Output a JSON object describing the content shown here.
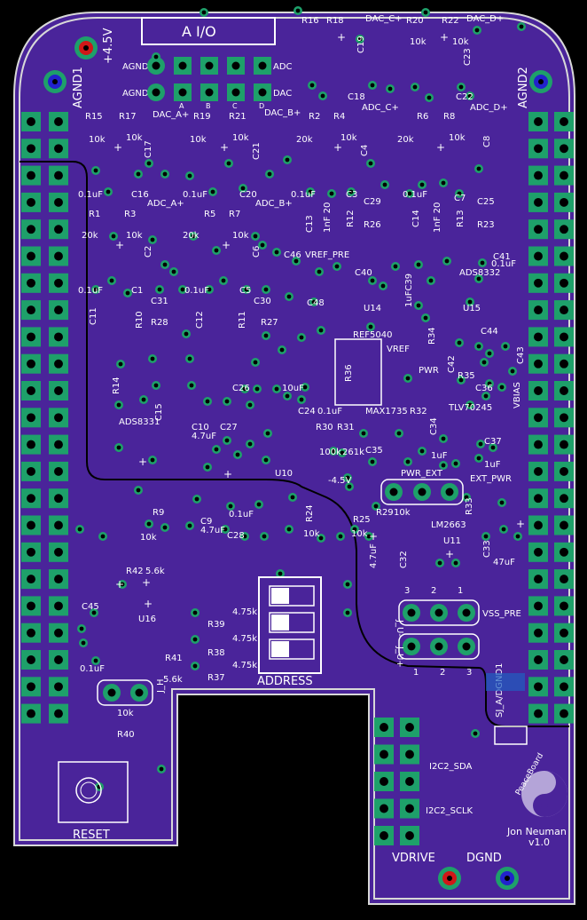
{
  "board": {
    "colors": {
      "pcb": "#4a249a",
      "pad": "#1ea06a",
      "hole": "#000000",
      "silk": "#ffffff",
      "via_ring": "#7a7a00",
      "red_pad": "#d01818"
    },
    "header": {
      "label": "A I/O",
      "left_labels": [
        "AGND",
        "AGND"
      ],
      "right_labels": [
        "ADC",
        "DAC"
      ],
      "column_labels": [
        "A",
        "B",
        "C",
        "D"
      ]
    },
    "power_top": "+4.5V",
    "agnd_left": "AGND1",
    "agnd_right": "AGND2",
    "labels": {
      "r16": "R16",
      "r18": "R18",
      "dac_c_plus": "DAC_C+",
      "r20": "R20",
      "r22": "R22",
      "dac_d_plus": "DAC_D+",
      "ten_k_a": "10k",
      "ten_k_b": "10k",
      "c19": "C19",
      "c23": "C23",
      "c18": "C18",
      "c22": "C22",
      "r15": "R15",
      "r17": "R17",
      "dac_a_plus": "DAC_A+",
      "r19": "R19",
      "r21": "R21",
      "dac_b_plus": "DAC_B+",
      "r2": "R2",
      "r4": "R4",
      "adc_c_plus": "ADC_C+",
      "r6": "R6",
      "r8": "R8",
      "adc_d_plus": "ADC_D+",
      "ten_k_1": "10k",
      "ten_k_2": "10k",
      "ten_k_3": "10k",
      "ten_k_4": "10k",
      "twenty_k_1": "20k",
      "ten_k_5": "10k",
      "twenty_k_2": "20k",
      "ten_k_6": "10k",
      "c17": "C17",
      "c21": "C21",
      "c4": "C4",
      "c8": "C8",
      "cap_01_a": "0.1uF",
      "c16": "C16",
      "cap_01_b": "0.1uF",
      "c20": "C20",
      "cap_01_c": "0.1uF",
      "c3": "C3",
      "cap_01_d": "0.1uF",
      "c7": "C7",
      "adc_a_plus": "ADC_A+",
      "adc_b_plus": "ADC_B+",
      "c29": "C29",
      "c25": "C25",
      "r1": "R1",
      "r3": "R3",
      "r5": "R5",
      "r7": "R7",
      "c13": "C13",
      "r12": "R12",
      "r26": "R26",
      "c14": "C14",
      "r13": "R13",
      "r23": "R23",
      "twenty_k_3": "20k",
      "ten_k_7": "10k",
      "twenty_k_4": "20k",
      "ten_k_8": "10k",
      "one_nf_20_a": "1nF 20",
      "one_nf_20_b": "1nF 20",
      "c2": "C2",
      "c6": "C6",
      "c46": "C46",
      "vref_pre": "VREF_PRE",
      "c41": "C41",
      "cap_01_e": "0.1uF",
      "cap_01_f": "0.1uF",
      "c1": "C1",
      "cap_01_g": "0.1uF",
      "c5": "C5",
      "c40": "C40",
      "ads8332": "ADS8332",
      "c31": "C31",
      "c30": "C30",
      "c48": "C48",
      "u14": "U14",
      "c39": "C39",
      "u15": "U15",
      "onenf_c39": "1uFC39",
      "c11": "C11",
      "r10": "R10",
      "r28": "R28",
      "c12": "C12",
      "r11": "R11",
      "r27": "R27",
      "ref5040": "REF5040",
      "vref": "VREF",
      "r34": "R34",
      "c44": "C44",
      "c42": "C42",
      "pwr": "PWR",
      "r35": "R35",
      "c43": "C43",
      "c15": "C15",
      "r14": "R14",
      "ads8331": "ADS8331",
      "c26": "C26",
      "ten_uf": "10uF",
      "c24": "C24",
      "cap_01_h": "0.1uF",
      "max1735": "MAX1735",
      "r32": "R32",
      "c36": "C36",
      "tlv2": "TLV70245",
      "vbias": "VBIAS",
      "r36": "R36",
      "c10": "C10",
      "c27": "C27",
      "four7uf_a": "4.7uF",
      "r30": "R30",
      "r31": "R31",
      "c34": "C34",
      "c37": "C37",
      "hundred_k": "100k",
      "two61k": "261k",
      "c35": "C35",
      "one_uf_a": "1uF",
      "one_uf_b": "1uF",
      "u10": "U10",
      "minus_45v": "-4.5V",
      "pwr_ext": "PWR_EXT",
      "ext_pwr": "EXT_PWR",
      "r9": "R9",
      "ten_k_9": "10k",
      "c9": "C9",
      "four7uf_b": "4.7uF",
      "c28": "C28",
      "cap_01_i": "0.1uF",
      "r24": "R24",
      "r25": "R25",
      "ten_k_10": "10k",
      "ten_k_11": "10k",
      "r29": "R29",
      "ten_k_12": "10k",
      "lm2663": "LM2663",
      "r33": "R33",
      "u11": "U11",
      "c32": "C32",
      "four7uf_c": "4.7uF",
      "c33": "C33",
      "forty7uf": "47uF",
      "r42": "R42",
      "five6k_a": "5.6k",
      "u16": "U16",
      "c45": "C45",
      "cap_01_j": "0.1uF",
      "r39": "R39",
      "r38": "R38",
      "r37": "R37",
      "four75k_a": "4.75k",
      "four75k_b": "4.75k",
      "four75k_c": "4.75k",
      "r41": "R41",
      "five6k_b": "5.6k",
      "address": "ADDRESS",
      "ju_minus": "J_U-",
      "ju_plus": "J_U+",
      "vss_pre": "VSS_PRE",
      "jp_num_3": "3",
      "jp_num_2": "2",
      "jp_num_1": "1",
      "jp_num_b1": "1",
      "jp_num_b2": "2",
      "jp_num_b3": "3",
      "sj_agnd": "SJ_A/DGND1",
      "ten_k_13": "10k",
      "r40": "R40",
      "j_h": "J_H",
      "i2c2_sda": "I2C2_SDA",
      "i2c2_sclk": "I2C2_SCLK",
      "reset": "RESET",
      "vdrive": "VDRIVE",
      "dgnd": "DGND",
      "author": "Jon Neuman",
      "version": "v1.0",
      "logo_text": "PeaceBoard"
    }
  }
}
